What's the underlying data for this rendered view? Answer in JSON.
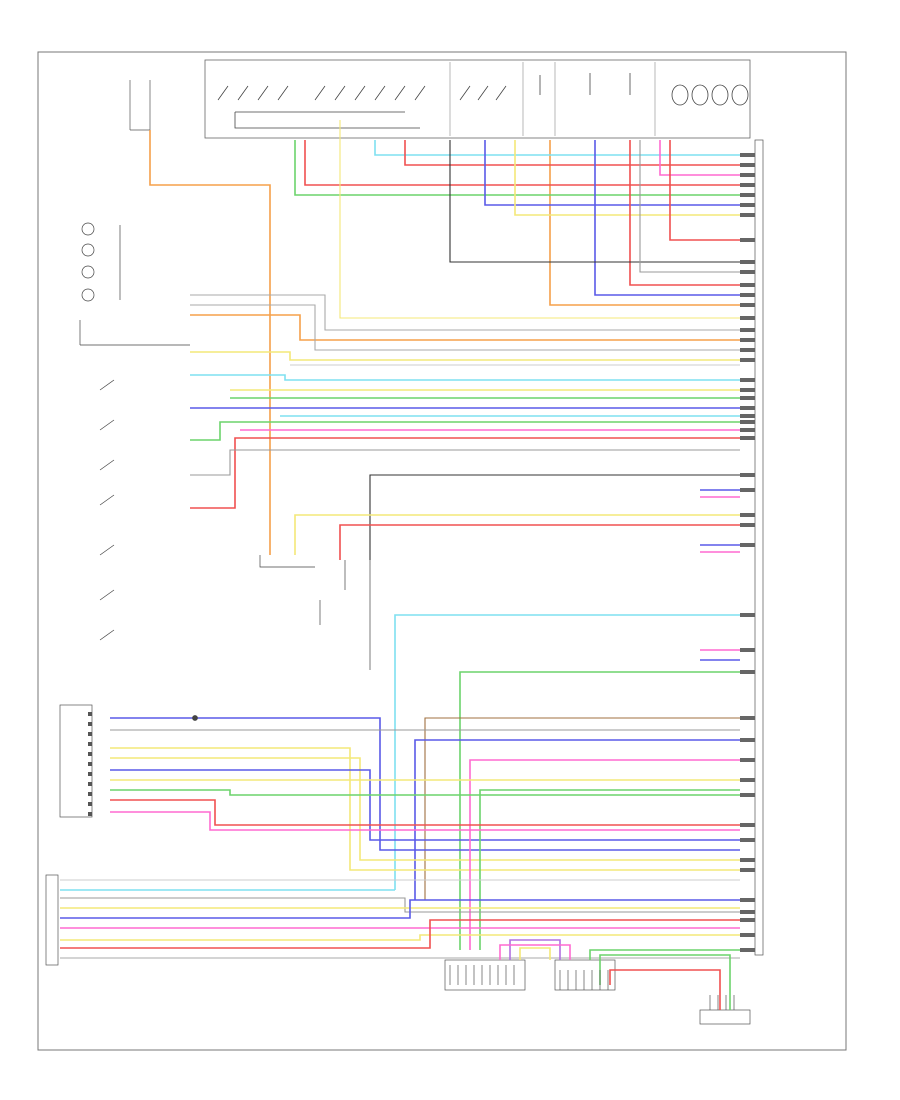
{
  "diagram": {
    "page_footer": "",
    "colors": {
      "border": "#666666",
      "orange": "#f5a04a",
      "light_blue": "#7fe0f0",
      "red": "#f05050",
      "green": "#6cd46c",
      "blue": "#5a5ae8",
      "yellow": "#f4e878",
      "pink": "#ff6ad0",
      "gray": "#9a9a9a",
      "black": "#333333",
      "violet": "#b070e0",
      "brown": "#a07040"
    },
    "wires": [
      {
        "color": "gray"
      },
      {
        "color": "light_blue"
      },
      {
        "color": "red"
      },
      {
        "color": "gray"
      },
      {
        "color": "green"
      },
      {
        "color": "blue"
      },
      {
        "color": "yellow"
      },
      {
        "color": "pink"
      },
      {
        "color": "gray"
      },
      {
        "color": "red"
      },
      {
        "color": "orange"
      },
      {
        "color": "blue"
      },
      {
        "color": "yellow"
      },
      {
        "color": "gray"
      },
      {
        "color": "light_blue"
      },
      {
        "color": "green"
      },
      {
        "color": "blue"
      },
      {
        "color": "yellow"
      },
      {
        "color": "red"
      },
      {
        "color": "pink"
      }
    ]
  }
}
